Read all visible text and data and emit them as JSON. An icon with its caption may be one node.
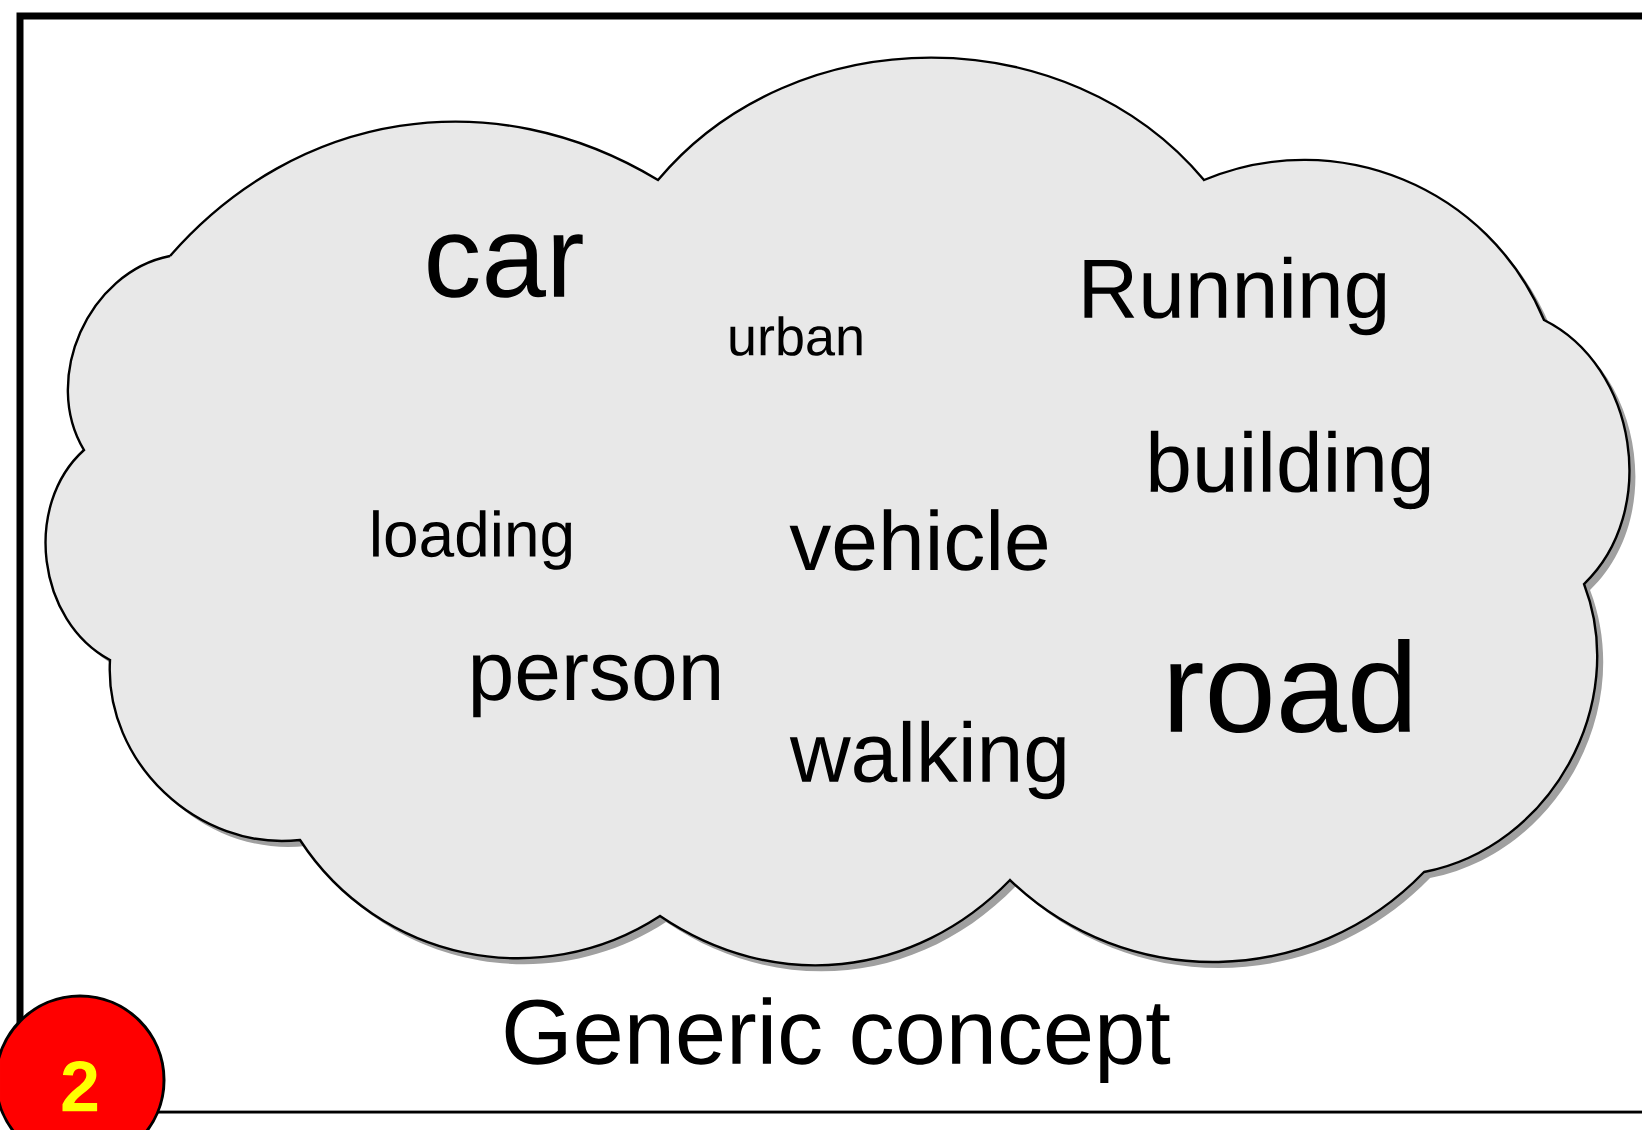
{
  "diagram": {
    "nodes": [
      {
        "text": [
          "Generic concept"
        ]
      },
      {
        "text": [
          "car",
          "urban",
          "Running",
          "building",
          "loading",
          "vehicle",
          "person",
          "road",
          "walking"
        ],
        "in": 0
      },
      {
        "text": [
          "2"
        ]
      }
    ]
  }
}
